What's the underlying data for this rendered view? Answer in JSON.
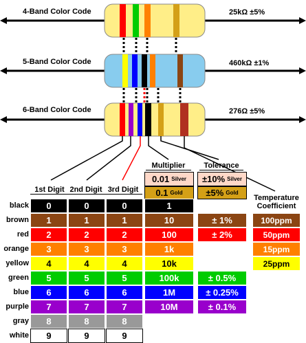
{
  "resistors": [
    {
      "title": "4-Band Color Code",
      "value": "25kΩ  ±5%"
    },
    {
      "title": "5-Band Color Code",
      "value": "460kΩ  ±1%"
    },
    {
      "title": "6-Band Color Code",
      "value": "276Ω  ±5%"
    }
  ],
  "headers": {
    "digit1": "1st Digit",
    "digit2": "2nd Digit",
    "digit3": "3rd Digit",
    "multiplier": "Multiplier",
    "tolerance": "Tolerance",
    "tempco_line1": "Temperature",
    "tempco_line2": "Coefficient"
  },
  "colors": {
    "black": "#000000",
    "brown": "#8b4513",
    "red": "#ff0000",
    "orange": "#ff8000",
    "yellow": "#ffff00",
    "green": "#00cc00",
    "blue": "#0000ff",
    "purple": "#9900cc",
    "gray": "#999999",
    "white": "#ffffff",
    "silver": "#c8c8c8",
    "gold": "#d4a017",
    "body_beige": "#ffee88",
    "body_blue": "#88ccee"
  },
  "rows": [
    {
      "name": "black",
      "digit": "0",
      "multiplier": "1",
      "tolerance": "",
      "tempco": ""
    },
    {
      "name": "brown",
      "digit": "1",
      "multiplier": "10",
      "tolerance": "± 1%",
      "tempco": "100ppm"
    },
    {
      "name": "red",
      "digit": "2",
      "multiplier": "100",
      "tolerance": "± 2%",
      "tempco": "50ppm"
    },
    {
      "name": "orange",
      "digit": "3",
      "multiplier": "1k",
      "tolerance": "",
      "tempco": "15ppm"
    },
    {
      "name": "yellow",
      "digit": "4",
      "multiplier": "10k",
      "tolerance": "",
      "tempco": "25ppm"
    },
    {
      "name": "green",
      "digit": "5",
      "multiplier": "100k",
      "tolerance": "± 0.5%",
      "tempco": ""
    },
    {
      "name": "blue",
      "digit": "6",
      "multiplier": "1M",
      "tolerance": "± 0.25%",
      "tempco": ""
    },
    {
      "name": "purple",
      "digit": "7",
      "multiplier": "10M",
      "tolerance": "± 0.1%",
      "tempco": ""
    },
    {
      "name": "gray",
      "digit": "8",
      "multiplier": "",
      "tolerance": "",
      "tempco": ""
    },
    {
      "name": "white",
      "digit": "9",
      "multiplier": "",
      "tolerance": "",
      "tempco": ""
    }
  ],
  "special": {
    "silver_multiplier": "0.01",
    "silver_tolerance": "±10%",
    "silver_label": "Silver",
    "gold_multiplier": "0.1",
    "gold_tolerance": "±5%",
    "gold_label": "Gold"
  }
}
